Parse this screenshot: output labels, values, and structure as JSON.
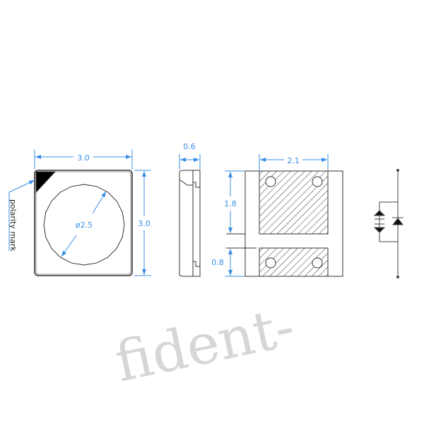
{
  "top_view": {
    "width_label": "3.0",
    "height_label": "3.0",
    "lens_label": "ø2.5",
    "polarity_label": "polarity mark"
  },
  "side_view": {
    "thickness_label": "0.6"
  },
  "bottom_view": {
    "pad_width_label": "2.1",
    "pad1_height_label": "1.8",
    "pad2_height_label": "0.8"
  },
  "watermark": "fident-",
  "colors": {
    "dimension": "#3a8ee6",
    "outline": "#333333"
  }
}
